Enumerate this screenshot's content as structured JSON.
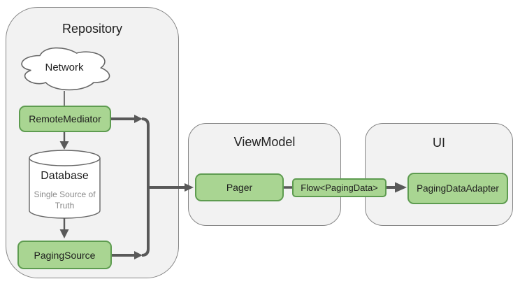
{
  "diagram": {
    "containers": {
      "repository": {
        "label": "Repository"
      },
      "viewmodel": {
        "label": "ViewModel"
      },
      "ui": {
        "label": "UI"
      }
    },
    "nodes": {
      "network": {
        "label": "Network"
      },
      "remote_mediator": {
        "label": "RemoteMediator"
      },
      "database": {
        "label": "Database",
        "sublabel": "Single Source of Truth"
      },
      "paging_source": {
        "label": "PagingSource"
      },
      "pager": {
        "label": "Pager"
      },
      "flow": {
        "label": "Flow<PagingData>"
      },
      "paging_data_adapter": {
        "label": "PagingDataAdapter"
      }
    },
    "edges": [
      "Network -> RemoteMediator",
      "RemoteMediator -> Database",
      "Database -> PagingSource",
      "RemoteMediator -> trunk",
      "PagingSource -> trunk",
      "trunk -> Pager",
      "Pager -> Flow<PagingData>",
      "Flow<PagingData> -> PagingDataAdapter"
    ],
    "colors": {
      "container_fill": "#f2f2f2",
      "container_border": "#858585",
      "node_fill": "#a9d592",
      "node_border": "#5e9c50",
      "arrow": "#595959",
      "shape_stroke": "#666666",
      "text": "#212121",
      "subtext": "#8a8a8a"
    }
  }
}
